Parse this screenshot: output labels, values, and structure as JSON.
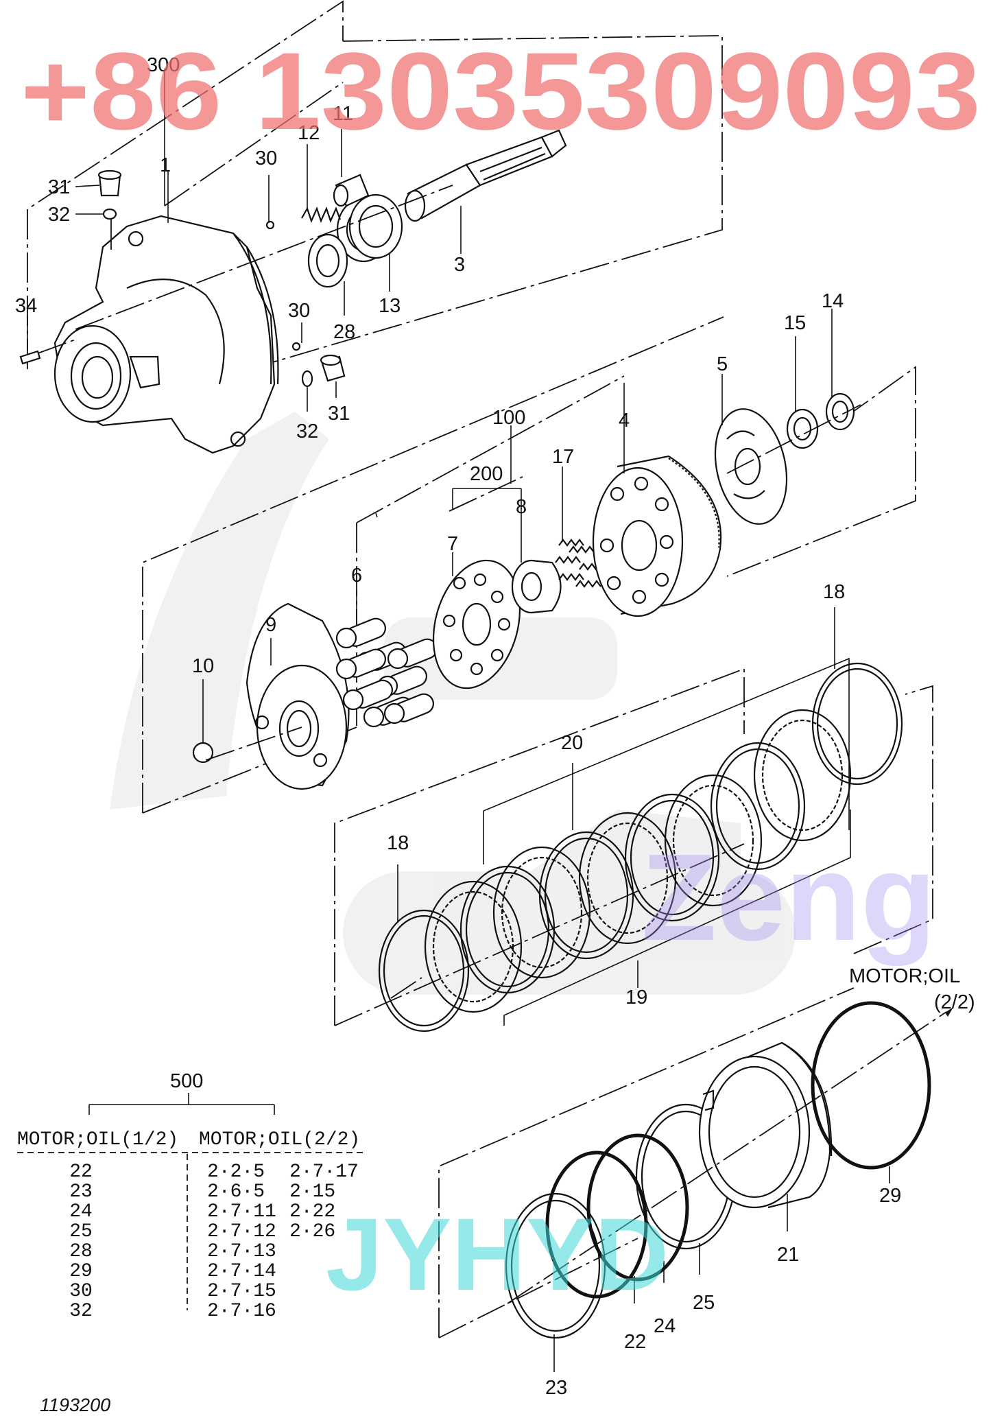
{
  "drawing_number": "1193200",
  "watermarks": {
    "phone": "+86 13035309093",
    "brand_a": "Zeng",
    "brand_b": "JYHYD"
  },
  "part_labels": {
    "p300": "300",
    "p1": "1",
    "p11": "11",
    "p12": "12",
    "p30a": "30",
    "p31a": "31",
    "p32a": "32",
    "p34": "34",
    "p3": "3",
    "p13": "13",
    "p28": "28",
    "p30b": "30",
    "p32b": "32",
    "p31b": "31",
    "p15": "15",
    "p14": "14",
    "p5": "5",
    "p100": "100",
    "p4": "4",
    "p200": "200",
    "p17": "17",
    "p8": "8",
    "p7": "7",
    "p6": "6",
    "p9": "9",
    "p10": "10",
    "p18a": "18",
    "p20": "20",
    "p18b": "18",
    "p19": "19",
    "p29": "29",
    "p21": "21",
    "p25": "25",
    "p24": "24",
    "p22": "22",
    "p23": "23"
  },
  "cross_ref": {
    "text": "MOTOR;OIL",
    "page": "(2/2)"
  },
  "kit_table": {
    "kit_number": "500",
    "col1_header": "MOTOR;OIL(1/2)",
    "col2_header": "MOTOR;OIL(2/2)",
    "col1_items": [
      "22",
      "23",
      "24",
      "25",
      "28",
      "29",
      "30",
      "32"
    ],
    "col2_items": [
      "2·2·5",
      "2·6·5",
      "2·7·11",
      "2·7·12",
      "2·7·13",
      "2·7·14",
      "2·7·15",
      "2·7·16"
    ],
    "col3_items": [
      "2·7·17",
      "2·15",
      "2·22",
      "2·26"
    ]
  },
  "colors": {
    "line": "#111111",
    "watermark_phone": "#f07070",
    "watermark_zeng": "#a58ef0",
    "watermark_jyhyd": "#40d8d8"
  }
}
